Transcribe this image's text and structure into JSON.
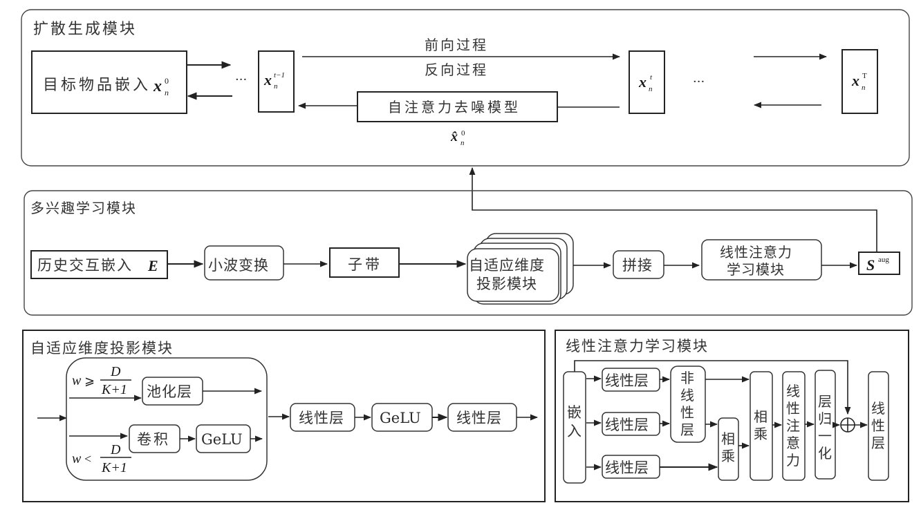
{
  "diffusion_module": {
    "title": "扩散生成模块",
    "target_embed": {
      "label": "目标物品嵌入",
      "var": "x",
      "sub": "n",
      "sup": "0"
    },
    "ellipsis_left": "···",
    "x_t_minus_1": {
      "var": "x",
      "sub": "n",
      "sup": "t−1"
    },
    "forward_label": "前向过程",
    "reverse_label": "反向过程",
    "denoise_model": "自注意力去噪模型",
    "x_hat": {
      "var": "x̂",
      "sub": "n",
      "sup": "0"
    },
    "x_t": {
      "var": "x",
      "sub": "n",
      "sup": "t"
    },
    "ellipsis_right": "···",
    "x_T": {
      "var": "x",
      "sub": "n",
      "sup": "T"
    }
  },
  "multi_interest_module": {
    "title": "多兴趣学习模块",
    "history_embed": {
      "label": "历史交互嵌入",
      "var": "E"
    },
    "wavelet": "小波变换",
    "subband": "子带",
    "adaptive_proj": [
      "自适应维度",
      "投影模块"
    ],
    "concat": "拼接",
    "linear_attn": [
      "线性注意力",
      "学习模块"
    ],
    "s_aug": {
      "var": "S",
      "sup": "aug"
    }
  },
  "adaptive_module": {
    "title": "自适应维度投影模块",
    "cond_ge": {
      "lhs": "w",
      "op": "⩾",
      "num": "D",
      "den": "K+1"
    },
    "cond_lt": {
      "lhs": "w",
      "op": "<",
      "num": "D",
      "den": "K+1"
    },
    "pooling": "池化层",
    "conv": "卷积",
    "gelu_inner": "GeLU",
    "linear1": "线性层",
    "gelu": "GeLU",
    "linear2": "线性层"
  },
  "linear_attn_module": {
    "title": "线性注意力学习模块",
    "embed": [
      "嵌",
      "入"
    ],
    "linear_a": "线性层",
    "linear_b": "线性层",
    "linear_c": "线性层",
    "nonlinear": [
      "非",
      "线",
      "性",
      "层"
    ],
    "mul_small": [
      "相",
      "乘"
    ],
    "mul_big": [
      "相",
      "乘"
    ],
    "lin_attn": [
      "线",
      "性",
      "注",
      "意",
      "力"
    ],
    "layernorm": [
      "层",
      "归",
      "一",
      "化"
    ],
    "plus": "⊕",
    "linear_out": [
      "线",
      "性",
      "层"
    ]
  }
}
